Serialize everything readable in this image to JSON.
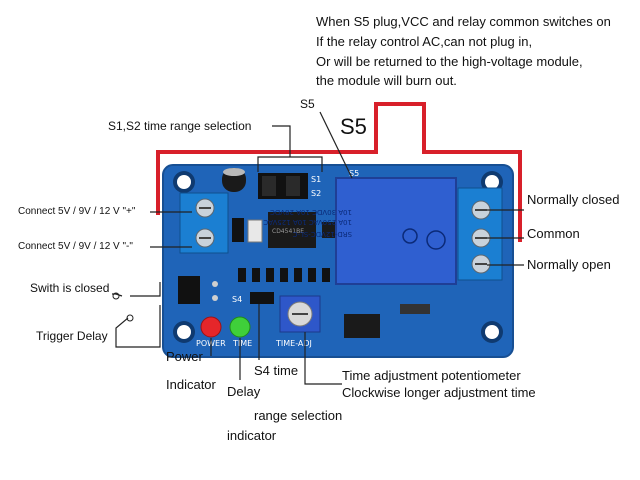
{
  "warning": {
    "line1": "When S5 plug,VCC and relay common switches on",
    "line2": "If the relay control AC,can not plug in,",
    "line3": "Or will be returned to the high-voltage module,",
    "line4": "the module will burn out."
  },
  "labels": {
    "s5_small": "S5",
    "s5_big": "S5",
    "time_range": "S1,S2 time range selection",
    "connect_plus": "Connect  5V / 9V / 12 V  \"+\"",
    "connect_minus": "Connect  5V / 9V / 12 V  \"-\"",
    "switch_closed": "Swith is closed",
    "trigger_delay": "Trigger Delay",
    "normally_closed": "Normally closed",
    "common": "Common",
    "normally_open": "Normally open",
    "power": "Power",
    "indicator": "Indicator",
    "delay": "Delay",
    "s4_time": "S4 time",
    "range_selection": "range selection",
    "indicator2": "indicator",
    "time_adj_pot": "Time adjustment potentiometer",
    "clockwise": "Clockwise longer adjustment time"
  },
  "board": {
    "s1": "S1",
    "s2": "S2",
    "s4": "S4",
    "s5": "S5",
    "power_silk": "POWER",
    "time_silk": "TIME",
    "time_adj_silk": "TIME-ADJ",
    "relay_model": "SRD-12VDC-SL-C",
    "relay_spec1": "10A 250VAC  10A 125VAC",
    "relay_spec2": "10A 30VDC  10A 28VDC",
    "chip": "CD4541BE"
  },
  "colors": {
    "board": "#1f64b8",
    "relay": "#2f5fd0",
    "led_red": "#e5262a",
    "led_green": "#3fcf3a",
    "wire_red": "#d8202a"
  }
}
